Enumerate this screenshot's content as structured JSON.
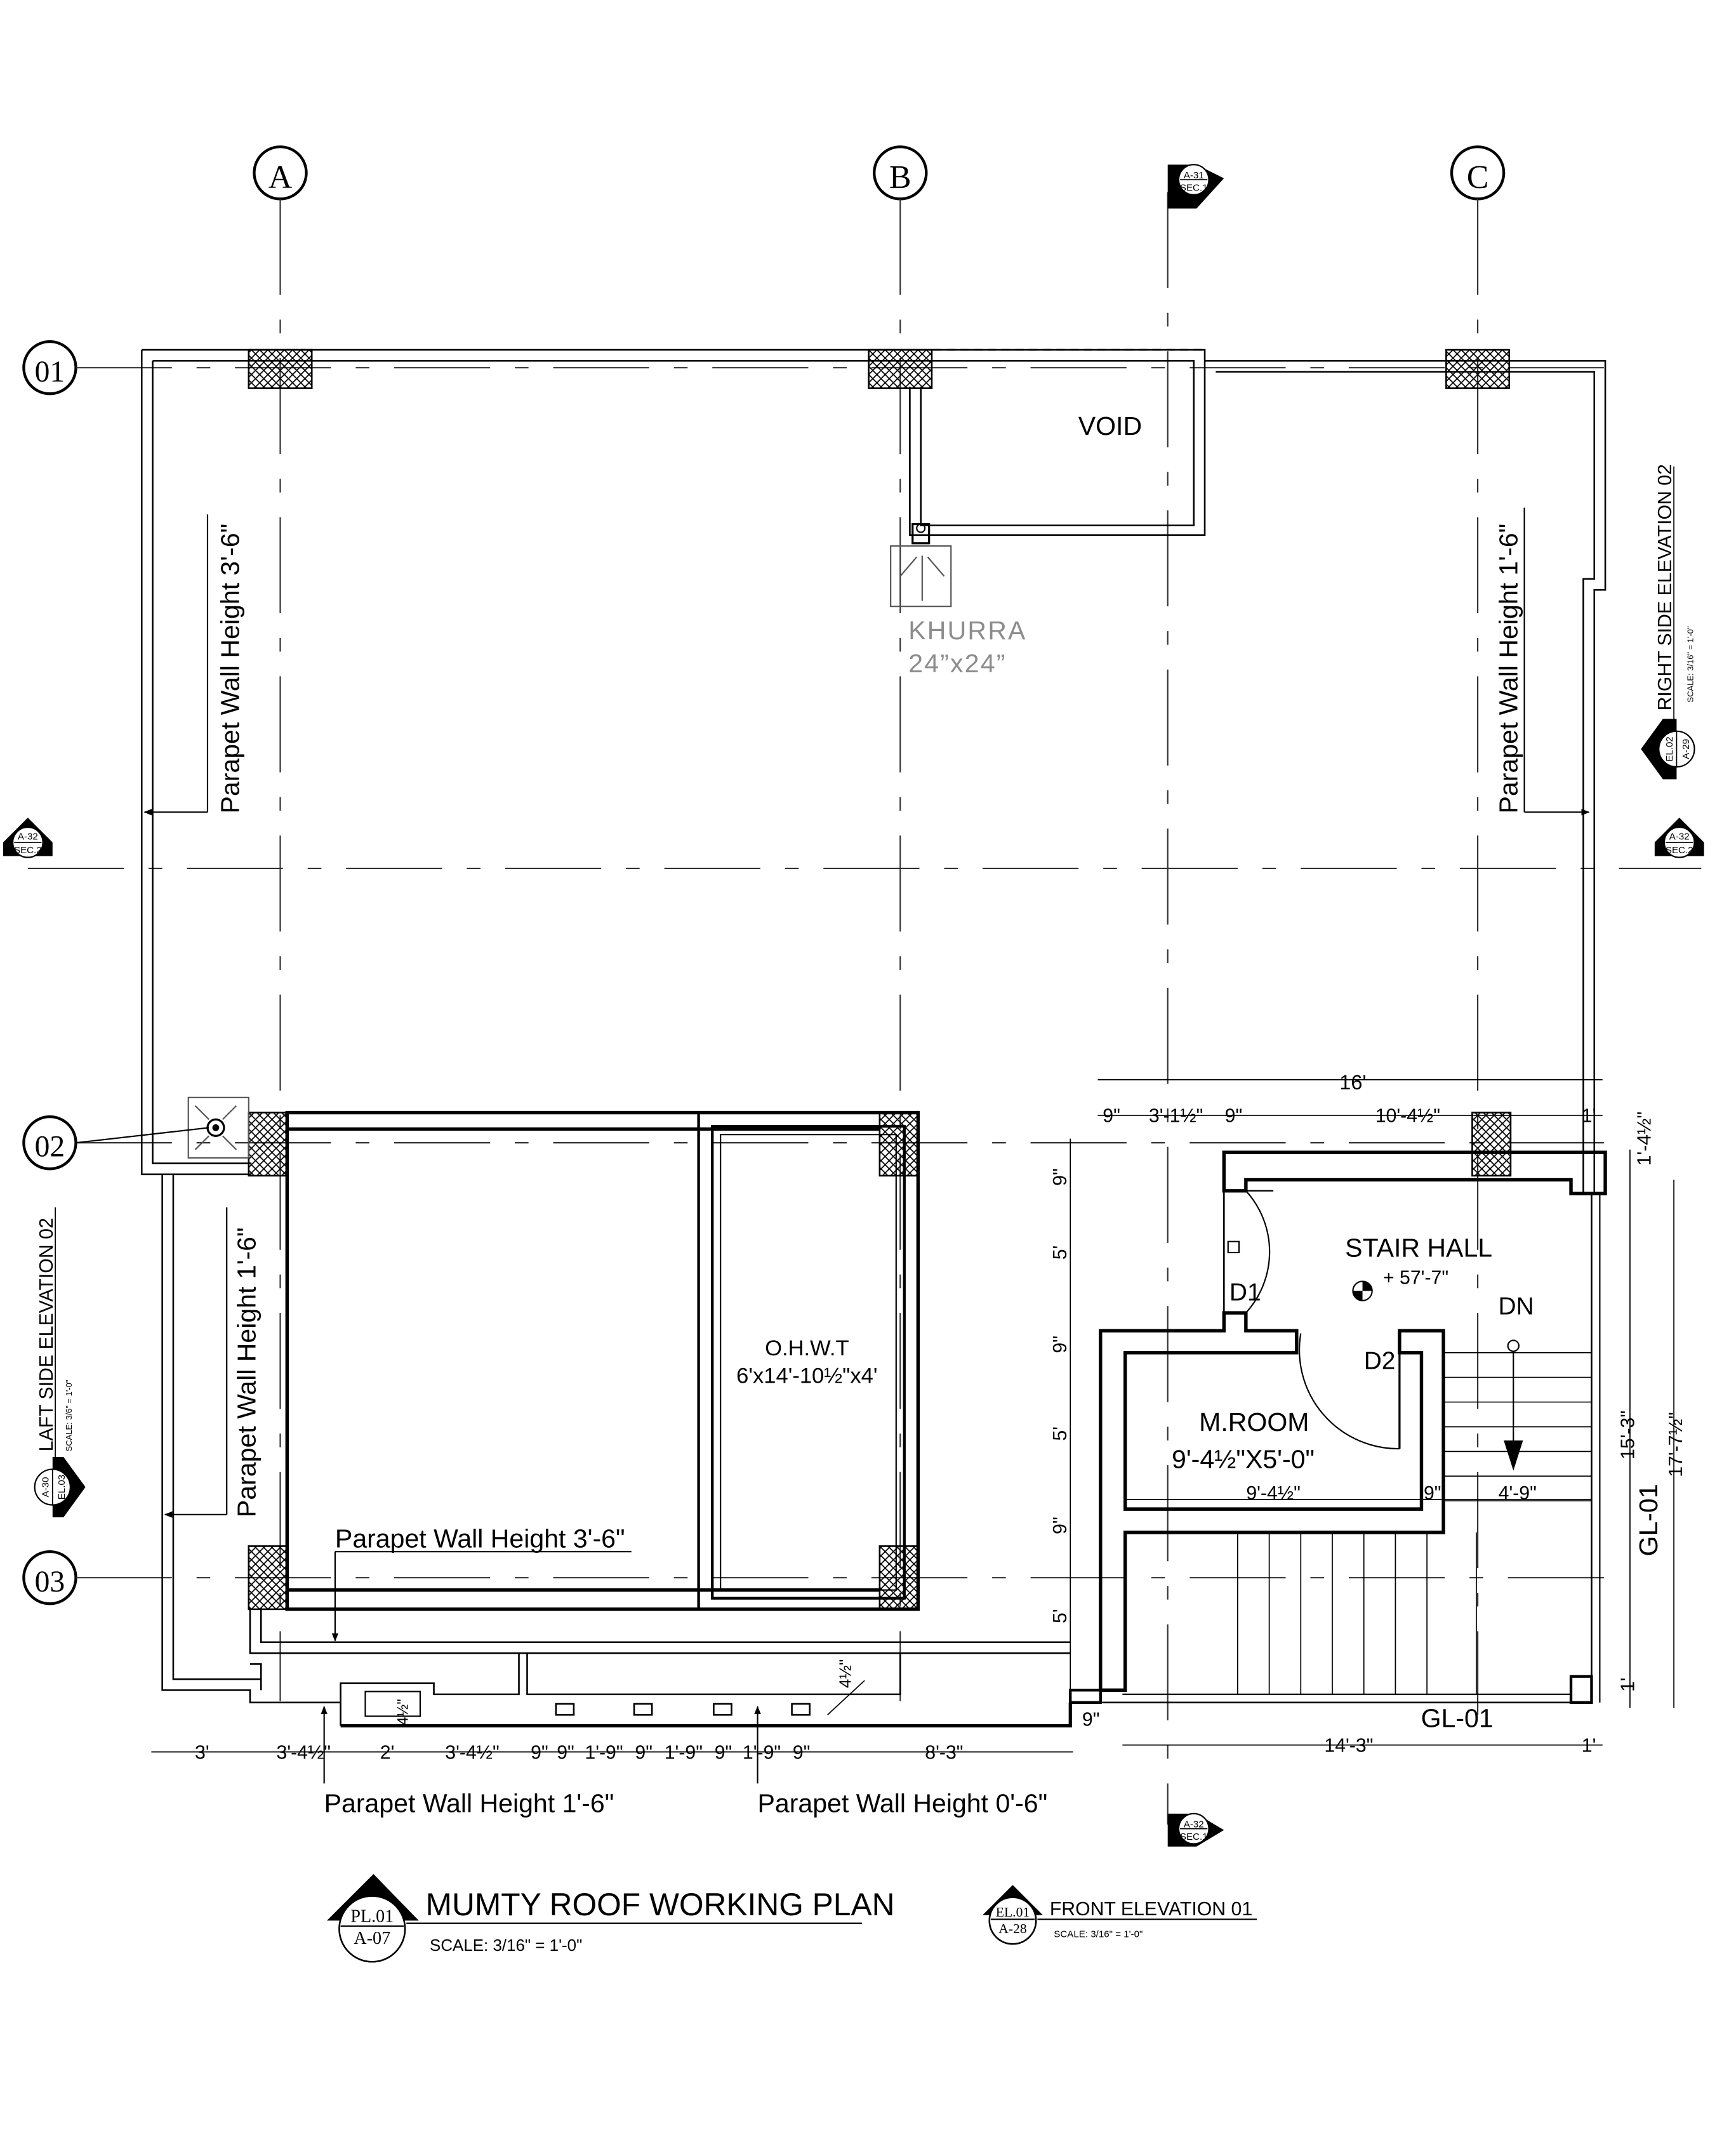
{
  "grid": {
    "columns": [
      "A",
      "B",
      "C"
    ],
    "rows": [
      "01",
      "02",
      "03"
    ]
  },
  "labels": {
    "void": "VOID",
    "khurra": "KHURRA",
    "khurra_size": "24”x24”",
    "parapet_top_left": "Parapet Wall Height 3'-6\"",
    "parapet_top_right": "Parapet Wall Height 1'-6\"",
    "parapet_mid_left": "Parapet Wall Height 1'-6\"",
    "parapet_bottom_mid": "Parapet Wall Height 3'-6\"",
    "parapet_bottom_left": "Parapet Wall Height 1'-6\"",
    "parapet_bottom_right": "Parapet Wall Height 0'-6\"",
    "ohwt": "O.H.W.T",
    "ohwt_size": "6'x14'-10½\"x4'",
    "stair_hall": "STAIR HALL",
    "stair_level": "+ 57'-7\"",
    "d1": "D1",
    "d2": "D2",
    "dn": "DN",
    "mroom": "M.ROOM",
    "mroom_size": "9'-4½\"X5'-0\"",
    "gl_bottom": "GL-01",
    "gl_side": "GL-01"
  },
  "dimensions": {
    "top_overall": "16'",
    "top_parts": [
      "9\"",
      "3'-1½\"",
      "9\"",
      "10'-4½\"",
      "1'"
    ],
    "left_parts": [
      "9\"",
      "5'",
      "9\"",
      "5'",
      "9\"",
      "5'"
    ],
    "right_parts": [
      "1'-4½\"",
      "15'-3\"",
      "1'"
    ],
    "right_overall": "17'-7½\"",
    "mroom_width": "9'-4½\"",
    "mroom_wall": "9\"",
    "stair_width": "4'-9\"",
    "bottom_right_parts": [
      "14'-3\"",
      "1'"
    ],
    "corner": "9\"",
    "bottom_left_parts": [
      "3'",
      "3'-4½\"",
      "2'",
      "3'-4½\"",
      "9\"",
      "9\"",
      "1'-9\"",
      "9\"",
      "1'-9\"",
      "9\"",
      "1'-9\"",
      "9\"",
      "8'-3\""
    ],
    "small_a": "4½\"",
    "small_b": "4½\""
  },
  "section_markers": {
    "top": {
      "ref": "A-31",
      "sheet": "SEC.1"
    },
    "bottom": {
      "ref": "A-32",
      "sheet": "SEC.1"
    },
    "left": {
      "ref": "A-32",
      "sheet": "SEC.2"
    },
    "right": {
      "ref": "A-32",
      "sheet": "SEC.2"
    }
  },
  "side_elevations": {
    "right": {
      "title": "RIGHT SIDE ELEVATION 02",
      "scale": "SCALE: 3/16\" = 1'-0\"",
      "ref": "EL.02",
      "sheet": "A-29"
    },
    "left": {
      "title": "LAFT SIDE ELEVATION 02",
      "scale": "SCALE: 3/6\" = 1'-0\"",
      "ref": "EL.03",
      "sheet": "A-30"
    }
  },
  "titles": {
    "main": "MUMTY ROOF WORKING PLAN",
    "main_scale": "SCALE:  3/16\"  =  1'-0\"",
    "main_ref": "PL.01",
    "main_sheet": "A-07",
    "front": "FRONT ELEVATION 01",
    "front_scale": "SCALE:  3/16\"  =  1'-0\"",
    "front_ref": "EL.01",
    "front_sheet": "A-28"
  }
}
